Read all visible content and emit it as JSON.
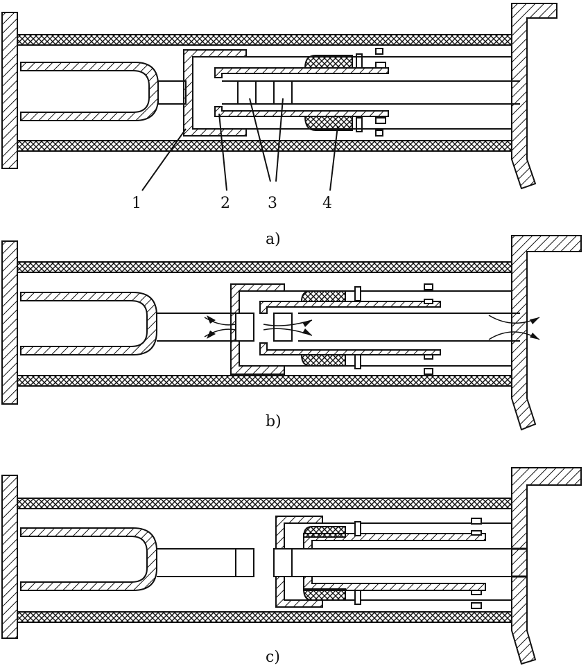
{
  "colors": {
    "ink": "#111111",
    "background": "#ffffff"
  },
  "part_labels": [
    "1",
    "2",
    "3",
    "4"
  ],
  "captions": {
    "a": "a)",
    "b": "b)",
    "c": "c)"
  }
}
